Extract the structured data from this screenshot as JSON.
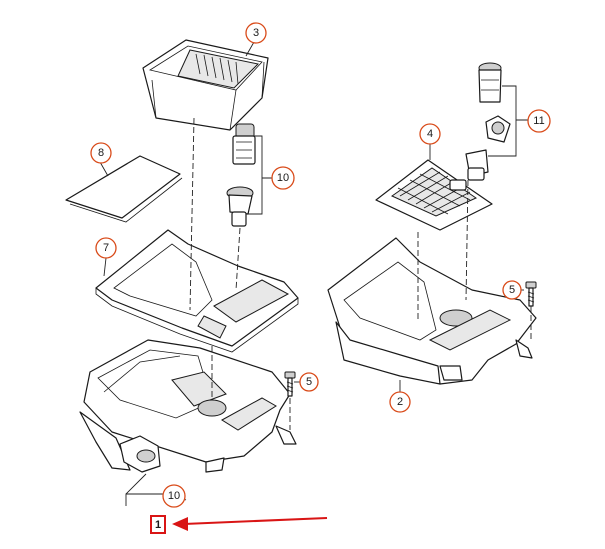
{
  "callouts": {
    "c1": "1",
    "c2": "2",
    "c3": "3",
    "c4": "4",
    "c5a": "5",
    "c5b": "5",
    "c7": "7",
    "c8": "8",
    "c10a": "10",
    "c10b": "10",
    "c11": "11"
  },
  "colors": {
    "callout_ring": "#d94b1a",
    "highlight": "#d91515"
  }
}
